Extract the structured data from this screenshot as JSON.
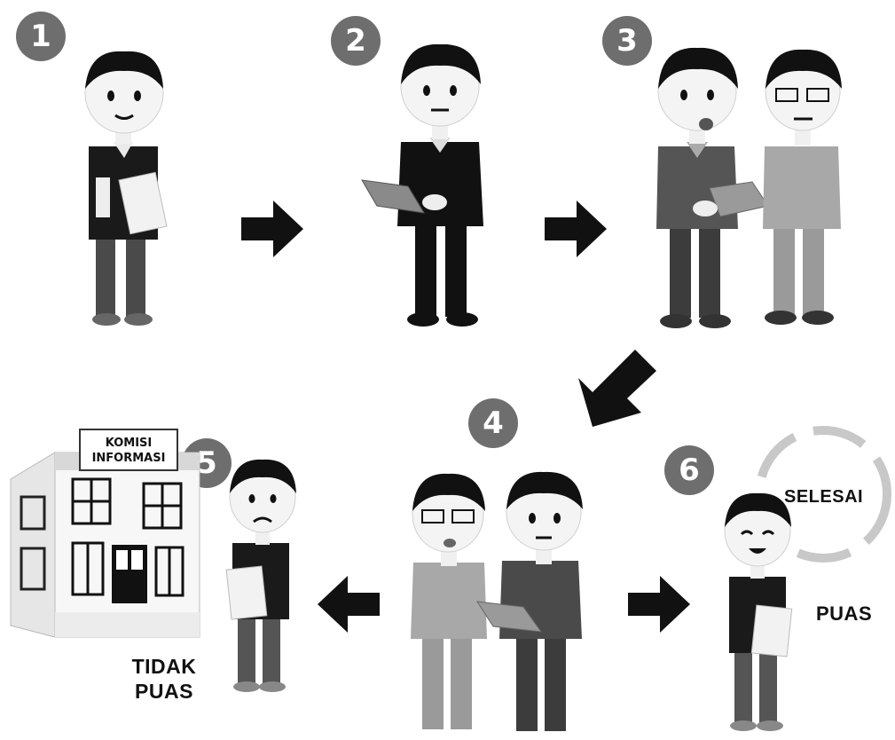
{
  "steps": [
    {
      "number": "1"
    },
    {
      "number": "2"
    },
    {
      "number": "3"
    },
    {
      "number": "4"
    },
    {
      "number": "5"
    },
    {
      "number": "6"
    }
  ],
  "building": {
    "sign_line1": "KOMISI",
    "sign_line2": "INFORMASI"
  },
  "labels": {
    "selesai": "SELESAI",
    "puas": "PUAS",
    "tidak_puas_line1": "TIDAK",
    "tidak_puas_line2": "PUAS"
  },
  "colors": {
    "badge": "#6e6e6e",
    "arrow": "#111111",
    "shirt_dark": "#1a1a1a",
    "shirt_gray": "#5a5a5a",
    "shirt_light": "#9a9a9a"
  }
}
